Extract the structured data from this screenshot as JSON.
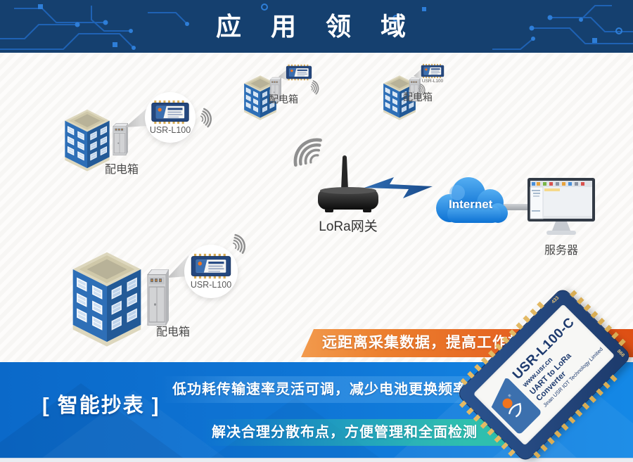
{
  "header": {
    "title": "应 用 领 域"
  },
  "diagram": {
    "clusters": [
      {
        "label": "配电箱"
      },
      {
        "label": "配电箱",
        "module_caption": "USR-L100"
      },
      {
        "label": "配电箱",
        "module_caption": "USR-L100"
      },
      {
        "label": "配电箱",
        "module_caption": "USR-L100"
      }
    ],
    "gateway": {
      "label": "LoRa网关"
    },
    "internet": {
      "label": "Internet"
    },
    "server": {
      "label": "服务器"
    }
  },
  "bottom": {
    "headline": "[ 智能抄表 ]",
    "benefits": [
      "远距离采集数据，提高工作效率",
      "低功耗传输速率灵活可调，减少电池更换频率",
      "解决合理分散布点，方便管理和全面检测"
    ],
    "product": {
      "name": "USR-L100-C",
      "website": "www.usr.cn",
      "subtitle": "UART to LoRa Converter",
      "company": "Jinan USR IOT Technology Limited",
      "band_left": "433",
      "band_right": "868",
      "reg_mark": "®"
    }
  },
  "colors": {
    "header_bg": "#15406f",
    "circuit_line": "#1f62b4",
    "banner_orange_start": "#f29a4d",
    "banner_orange_end": "#de4f14",
    "section_blue_start": "#0b69c9",
    "section_blue_end": "#1488e6",
    "teal_band": "#2fbfae",
    "pcb_navy": "#24477e",
    "logo_orange": "#f0741f",
    "building_blue": "#2e6fb7"
  }
}
